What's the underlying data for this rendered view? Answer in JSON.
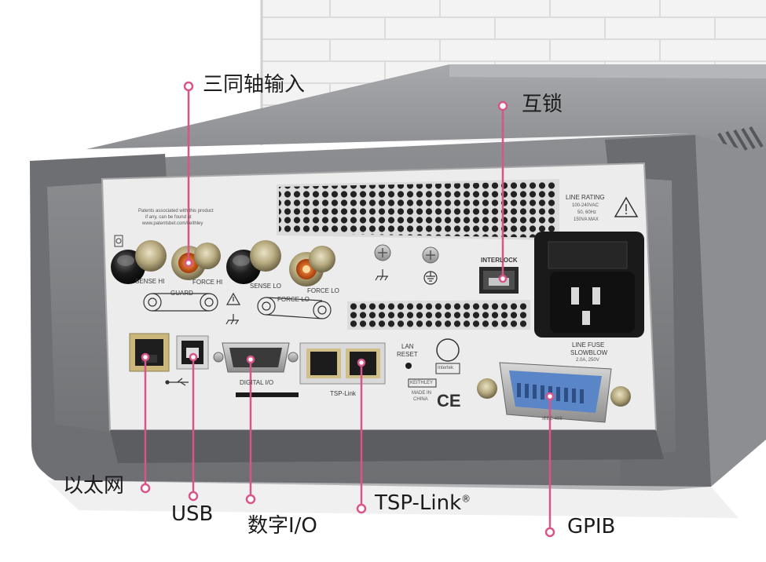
{
  "callouts": {
    "triax": "三同轴输入",
    "interlock": "互锁",
    "ethernet": "以太网",
    "usb": "USB",
    "digital_io": "数字I/O",
    "tsp_link": "TSP-Link",
    "tsp_link_mark": "®",
    "gpib": "GPIB"
  },
  "panel": {
    "sense_hi": "SENSE HI",
    "force_hi": "FORCE HI",
    "sense_lo": "SENSE LO",
    "force_lo": "FORCE LO",
    "guard": "GUARD",
    "force_lo_2": "FORCE LO",
    "interlock": "INTERLOCK",
    "line_rating_title": "LINE RATING",
    "line_rating_1": "100-240VAC",
    "line_rating_2": "50, 60Hz",
    "line_rating_3": "150VA MAX",
    "line_fuse_1": "LINE FUSE",
    "line_fuse_2": "SLOWBLOW",
    "line_fuse_3": "2.0A, 250V",
    "digital_io": "DIGITAL I/O",
    "tsp_link": "TSP-Link",
    "lan_reset_1": "LAN",
    "lan_reset_2": "RESET",
    "brand": "KEITHLEY",
    "made_in_1": "MADE IN",
    "made_in_2": "CHINA",
    "intertek": "Intertek",
    "ce": "CE",
    "ieee": "IEEE-488",
    "patents_1": "Patents associated with this product",
    "patents_2": "if any, can be found at",
    "patents_3": "www.patentsbet.com/keithley"
  },
  "colors": {
    "callout_line": "#d8558a",
    "chassis": "#7d7f82",
    "panel_face": "#ececec",
    "gpib_blue": "#5a86c8"
  }
}
